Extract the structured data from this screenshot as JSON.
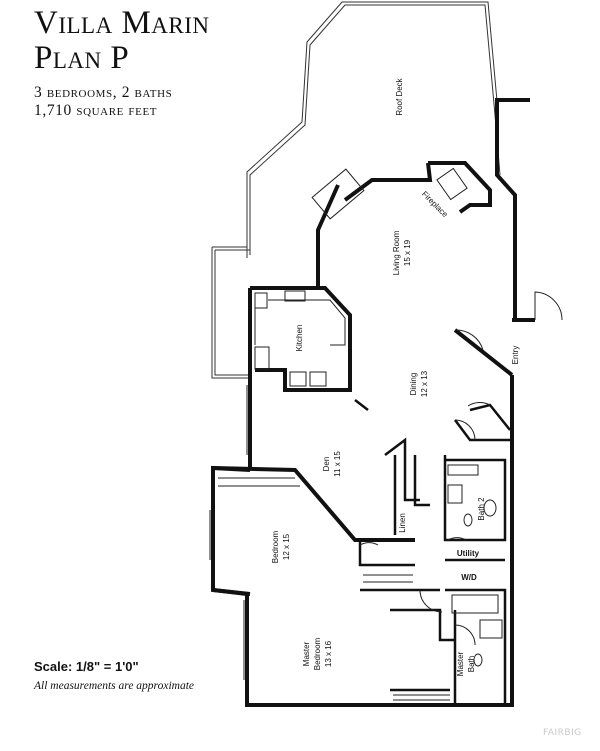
{
  "header": {
    "title_line1": "Villa Marin",
    "title_line2": "Plan P",
    "subtitle_line1": "3 bedrooms, 2 baths",
    "subtitle_line2": "1,710 square feet"
  },
  "footer": {
    "scale": "Scale: 1/8\" = 1'0\"",
    "note": "All measurements are approximate",
    "watermark": "FAIRBIG"
  },
  "rooms": {
    "roof_deck": {
      "name": "Roof Deck",
      "dims": ""
    },
    "fireplace": {
      "name": "Fireplace",
      "dims": ""
    },
    "living_room": {
      "name": "Living Room",
      "dims": "15 x 19"
    },
    "kitchen": {
      "name": "Kitchen",
      "dims": ""
    },
    "dining": {
      "name": "Dining",
      "dims": "12 x 13"
    },
    "entry": {
      "name": "Entry",
      "dims": ""
    },
    "den": {
      "name": "Den",
      "dims": "11 x 15"
    },
    "bath2": {
      "name": "Bath 2",
      "dims": ""
    },
    "linen": {
      "name": "Linen",
      "dims": ""
    },
    "bedroom": {
      "name": "Bedroom",
      "dims": "12 x 15"
    },
    "utility": {
      "name": "Utility",
      "dims": ""
    },
    "wd": {
      "name": "W/D",
      "dims": ""
    },
    "master_bedroom": {
      "name": "Master Bedroom",
      "line1": "Master",
      "line2": "Bedroom",
      "dims": "13 x 16"
    },
    "master_bath": {
      "name": "Master Bath",
      "line1": "Master",
      "line2": "Bath",
      "dims": ""
    }
  }
}
